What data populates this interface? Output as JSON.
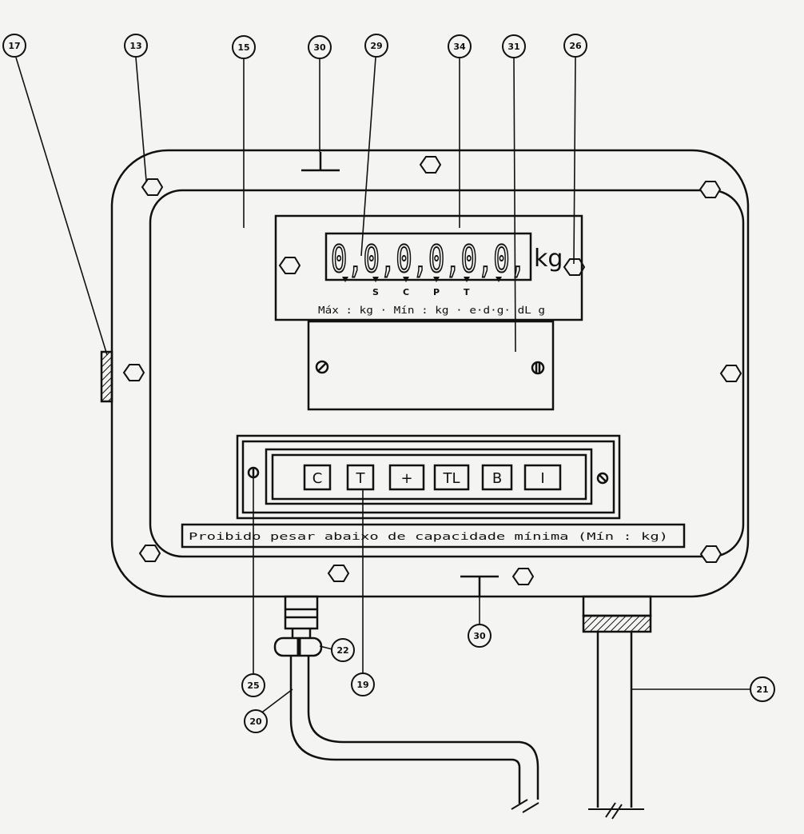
{
  "callouts": {
    "c17": "17",
    "c13": "13",
    "c15": "15",
    "c30_top": "30",
    "c29": "29",
    "c34": "34",
    "c31": "31",
    "c26": "26",
    "c25": "25",
    "c19": "19",
    "c22": "22",
    "c20": "20",
    "c30_bottom": "30",
    "c21": "21"
  },
  "display": {
    "digits": "0,0,0,0,0,0,",
    "unit": "kg",
    "indicators": [
      "S",
      "C",
      "P",
      "T"
    ],
    "info_line": "Máx :          kg · Mín :       kg · e·d·g· dL        g"
  },
  "keypad": {
    "keys": [
      "C",
      "T",
      "+",
      "TL",
      "B",
      "I"
    ]
  },
  "footer": {
    "notice": "Proibido  pesar       abaixo  de      capacidade  mínima  (Mín :          kg)"
  }
}
